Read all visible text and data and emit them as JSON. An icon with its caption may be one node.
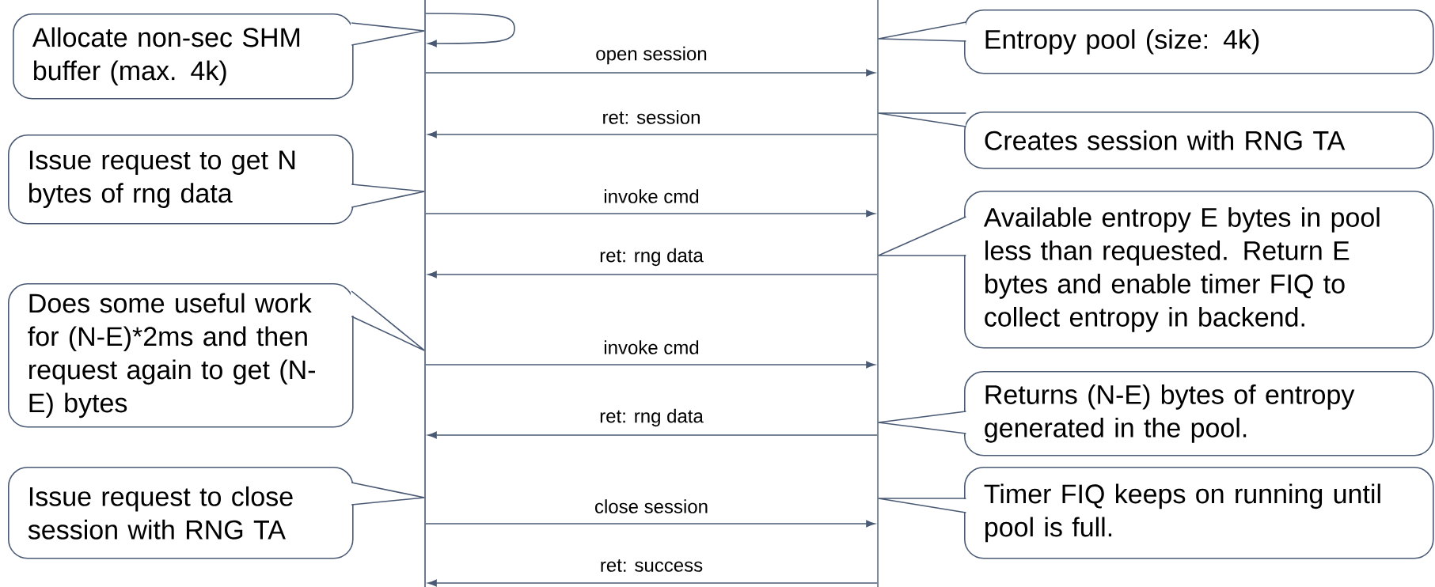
{
  "diagram": {
    "nodes": [
      {
        "text": [],
        "shape": "bar"
      },
      {
        "text": [],
        "shape": "bar"
      },
      {
        "text": [
          "Allocate non-sec SHM buffer (max. 4k)"
        ]
      },
      {
        "text": [
          "Entropy pool (size: 4k)"
        ]
      },
      {
        "text": [
          "Creates session with RNG TA"
        ]
      },
      {
        "text": [
          "Issue request to get N bytes of rng data"
        ]
      },
      {
        "text": [
          "Available entropy E bytes in pool less than requested. Return E bytes and enable timer FIQ to collect entropy in backend."
        ]
      },
      {
        "text": [
          "Does some useful work for (N-E)*2ms and then request again to get (N-E) bytes"
        ]
      },
      {
        "text": [
          "Returns (N-E) bytes of entropy generated in the pool."
        ]
      },
      {
        "text": [
          "Issue request to close session with RNG TA"
        ]
      },
      {
        "text": [
          "Timer FIQ keeps on running until pool is full."
        ]
      }
    ],
    "edges": [
      {
        "from": 0,
        "to": 0,
        "arrow": "to"
      },
      {
        "from": 0,
        "to": 1,
        "arrow": "to",
        "label": "open session"
      },
      {
        "from": 1,
        "to": 0,
        "arrow": "to",
        "label": "ret: session"
      },
      {
        "from": 0,
        "to": 1,
        "arrow": "to",
        "label": "invoke cmd"
      },
      {
        "from": 1,
        "to": 0,
        "arrow": "to",
        "label": "ret: rng data"
      },
      {
        "from": 0,
        "to": 1,
        "arrow": "to",
        "label": "invoke cmd"
      },
      {
        "from": 1,
        "to": 0,
        "arrow": "to",
        "label": "ret: rng data"
      },
      {
        "from": 0,
        "to": 1,
        "arrow": "to",
        "label": "close session"
      },
      {
        "from": 1,
        "to": 0,
        "arrow": "to",
        "label": "ret: success"
      },
      {
        "from": 2,
        "to": 0,
        "arrow": "none"
      },
      {
        "from": 3,
        "to": 1,
        "arrow": "none"
      },
      {
        "from": 4,
        "to": 1,
        "arrow": "none"
      },
      {
        "from": 5,
        "to": 0,
        "arrow": "none"
      },
      {
        "from": 6,
        "to": 1,
        "arrow": "none"
      },
      {
        "from": 7,
        "to": 0,
        "arrow": "none"
      },
      {
        "from": 8,
        "to": 1,
        "arrow": "none"
      },
      {
        "from": 9,
        "to": 0,
        "arrow": "none"
      },
      {
        "from": 10,
        "to": 1,
        "arrow": "none"
      }
    ]
  }
}
